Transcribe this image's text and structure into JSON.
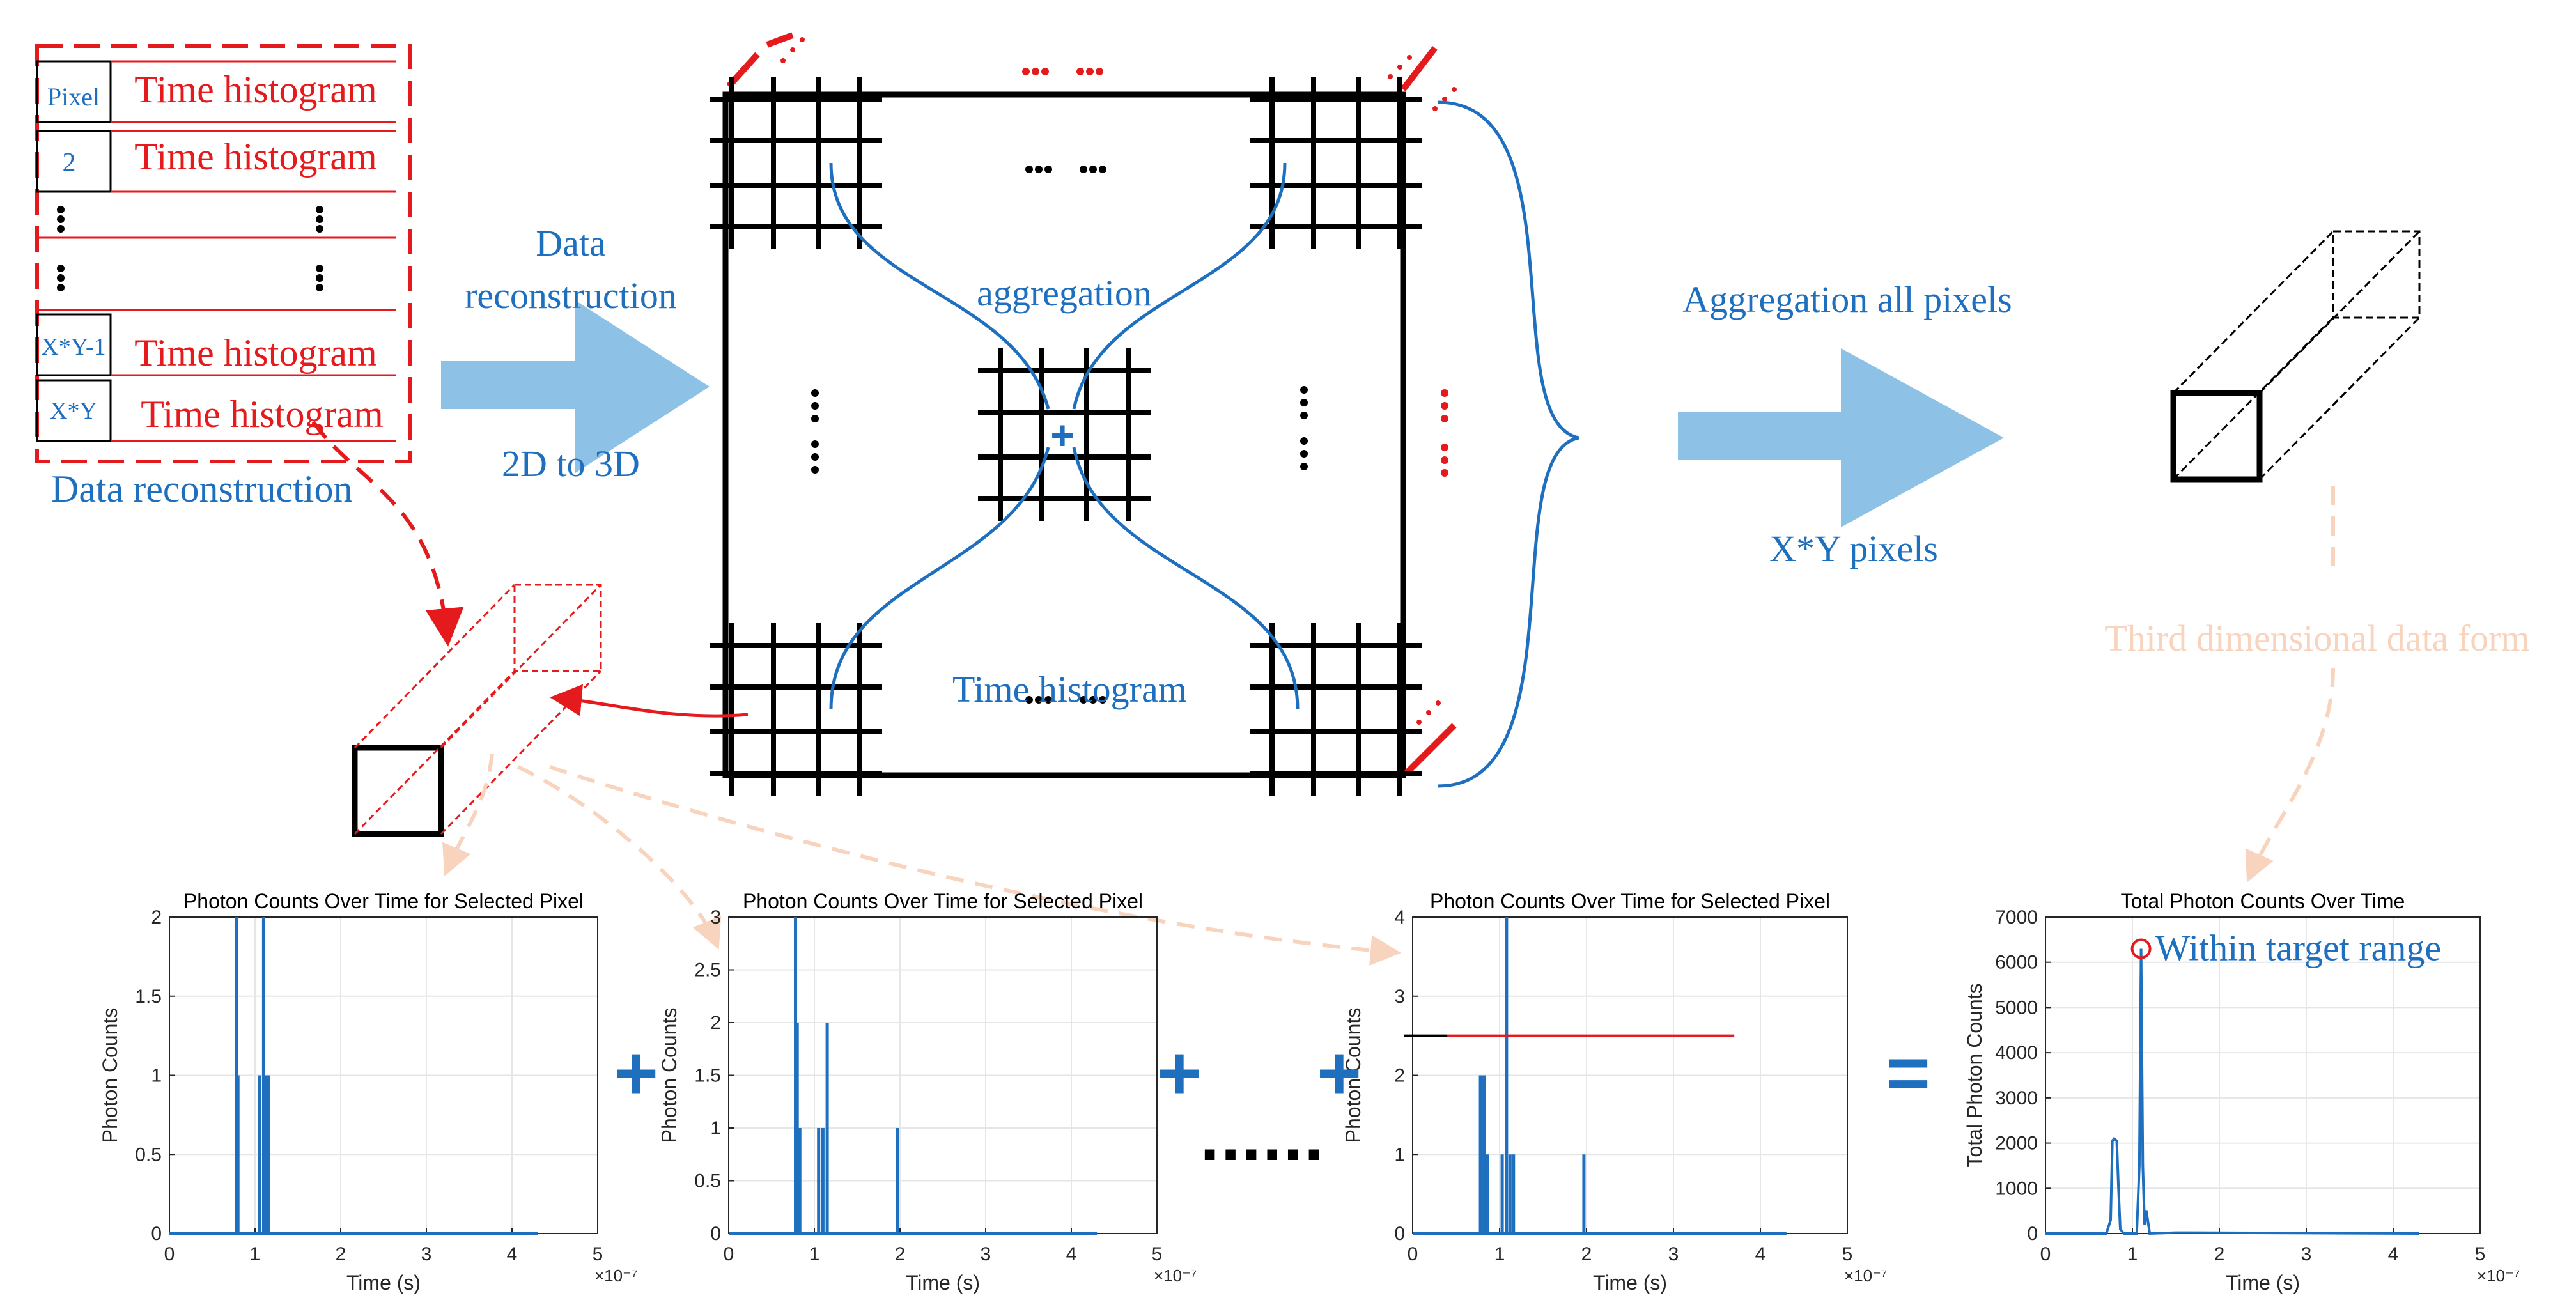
{
  "table": {
    "rows": [
      {
        "pixel": "Pixel",
        "label": "Time histogram"
      },
      {
        "pixel": "2",
        "label": "Time histogram"
      },
      {
        "pixel": "X*Y-1",
        "label": "Time histogram"
      },
      {
        "pixel": "X*Y",
        "label": "Time histogram"
      }
    ],
    "caption": "Data reconstruction"
  },
  "arrow1": {
    "line1": "Data",
    "line2": "reconstruction",
    "below": "2D to 3D"
  },
  "grid": {
    "center_label": "aggregation",
    "bottom_label": "Time histogram",
    "plus": "+"
  },
  "arrow2": {
    "above": "Aggregation all pixels",
    "below": "X*Y pixels"
  },
  "cube_caption": "Third dimensional data form",
  "ellipsis": "......",
  "operators": {
    "plus": "+",
    "equals": "="
  },
  "colors": {
    "blue": "#1f6fbf",
    "red": "#e41a1c",
    "arrow": "#8ec1e6",
    "faint": "#f8d3bd"
  },
  "charts": [
    {
      "title": "Photon Counts Over Time for Selected Pixel",
      "xlabel": "Time (s)",
      "ylabel": "Photon Counts",
      "exponent": "×10⁻⁷",
      "xlim": [
        0,
        5
      ],
      "xticks": [
        "0",
        "1",
        "2",
        "3",
        "4",
        "5"
      ],
      "ylim": [
        0,
        2
      ],
      "yticks": [
        "0",
        "0.5",
        "1",
        "1.5",
        "2"
      ]
    },
    {
      "title": "Photon Counts Over Time for Selected Pixel",
      "xlabel": "Time (s)",
      "ylabel": "Photon Counts",
      "exponent": "×10⁻⁷",
      "xlim": [
        0,
        5
      ],
      "xticks": [
        "0",
        "1",
        "2",
        "3",
        "4",
        "5"
      ],
      "ylim": [
        0,
        3
      ],
      "yticks": [
        "0",
        "0.5",
        "1",
        "1.5",
        "2",
        "2.5",
        "3"
      ]
    },
    {
      "title": "Photon Counts Over Time for Selected Pixel",
      "xlabel": "Time (s)",
      "ylabel": "Photon Counts",
      "exponent": "×10⁻⁷",
      "xlim": [
        0,
        5
      ],
      "xticks": [
        "0",
        "1",
        "2",
        "3",
        "4",
        "5"
      ],
      "ylim": [
        0,
        4
      ],
      "yticks": [
        "0",
        "1",
        "2",
        "3",
        "4"
      ]
    },
    {
      "title": "Total Photon Counts Over Time",
      "xlabel": "Time (s)",
      "ylabel": "Total Photon Counts",
      "exponent": "×10⁻⁷",
      "annotation": "Within target range",
      "xlim": [
        0,
        5
      ],
      "xticks": [
        "0",
        "1",
        "2",
        "3",
        "4",
        "5"
      ],
      "ylim": [
        0,
        7000
      ],
      "yticks": [
        "0",
        "1000",
        "2000",
        "3000",
        "4000",
        "5000",
        "6000",
        "7000"
      ]
    }
  ],
  "chart_data": [
    {
      "type": "bar",
      "title": "Photon Counts Over Time for Selected Pixel",
      "xlabel": "Time (s)",
      "ylabel": "Photon Counts",
      "x_scale": "1e-7",
      "xlim": [
        0,
        5
      ],
      "ylim": [
        0,
        2
      ],
      "grid": true,
      "x": [
        0.78,
        0.8,
        1.05,
        1.1,
        1.12,
        1.16
      ],
      "y": [
        2,
        1,
        1,
        2,
        1,
        1
      ],
      "baseline_end": 4.3
    },
    {
      "type": "bar",
      "title": "Photon Counts Over Time for Selected Pixel",
      "xlabel": "Time (s)",
      "ylabel": "Photon Counts",
      "x_scale": "1e-7",
      "xlim": [
        0,
        5
      ],
      "ylim": [
        0,
        3
      ],
      "grid": true,
      "x": [
        0.78,
        0.8,
        0.83,
        1.05,
        1.1,
        1.15,
        1.97
      ],
      "y": [
        3,
        2,
        1,
        1,
        1,
        2,
        1
      ],
      "baseline_end": 4.3
    },
    {
      "type": "bar",
      "title": "Photon Counts Over Time for Selected Pixel",
      "xlabel": "Time (s)",
      "ylabel": "Photon Counts",
      "x_scale": "1e-7",
      "xlim": [
        0,
        5
      ],
      "ylim": [
        0,
        4
      ],
      "grid": true,
      "x": [
        0.78,
        0.82,
        0.86,
        1.03,
        1.08,
        1.12,
        1.16,
        1.97
      ],
      "y": [
        2,
        2,
        1,
        1,
        4,
        1,
        1,
        1
      ],
      "hline": {
        "y": 2.5,
        "x0": -0.1,
        "x1": 3.7,
        "segments": [
          {
            "x0": -0.1,
            "x1": 0.4,
            "color": "#000000"
          },
          {
            "x0": 0.4,
            "x1": 3.7,
            "color": "#e41a1c"
          }
        ]
      },
      "baseline_end": 4.3
    },
    {
      "type": "line",
      "title": "Total Photon Counts Over Time",
      "xlabel": "Time (s)",
      "ylabel": "Total Photon Counts",
      "x_scale": "1e-7",
      "xlim": [
        0,
        5
      ],
      "ylim": [
        0,
        7000
      ],
      "grid": true,
      "x": [
        0,
        0.7,
        0.75,
        0.77,
        0.79,
        0.82,
        0.84,
        0.86,
        0.9,
        1.05,
        1.08,
        1.1,
        1.12,
        1.14,
        1.16,
        1.2,
        1.5,
        4.3
      ],
      "y": [
        0,
        0,
        300,
        2050,
        2100,
        2050,
        1000,
        100,
        0,
        0,
        1500,
        6300,
        1500,
        200,
        500,
        0,
        20,
        0
      ],
      "marker": {
        "x": 1.1,
        "y": 6300,
        "label": "Within target range"
      }
    }
  ]
}
